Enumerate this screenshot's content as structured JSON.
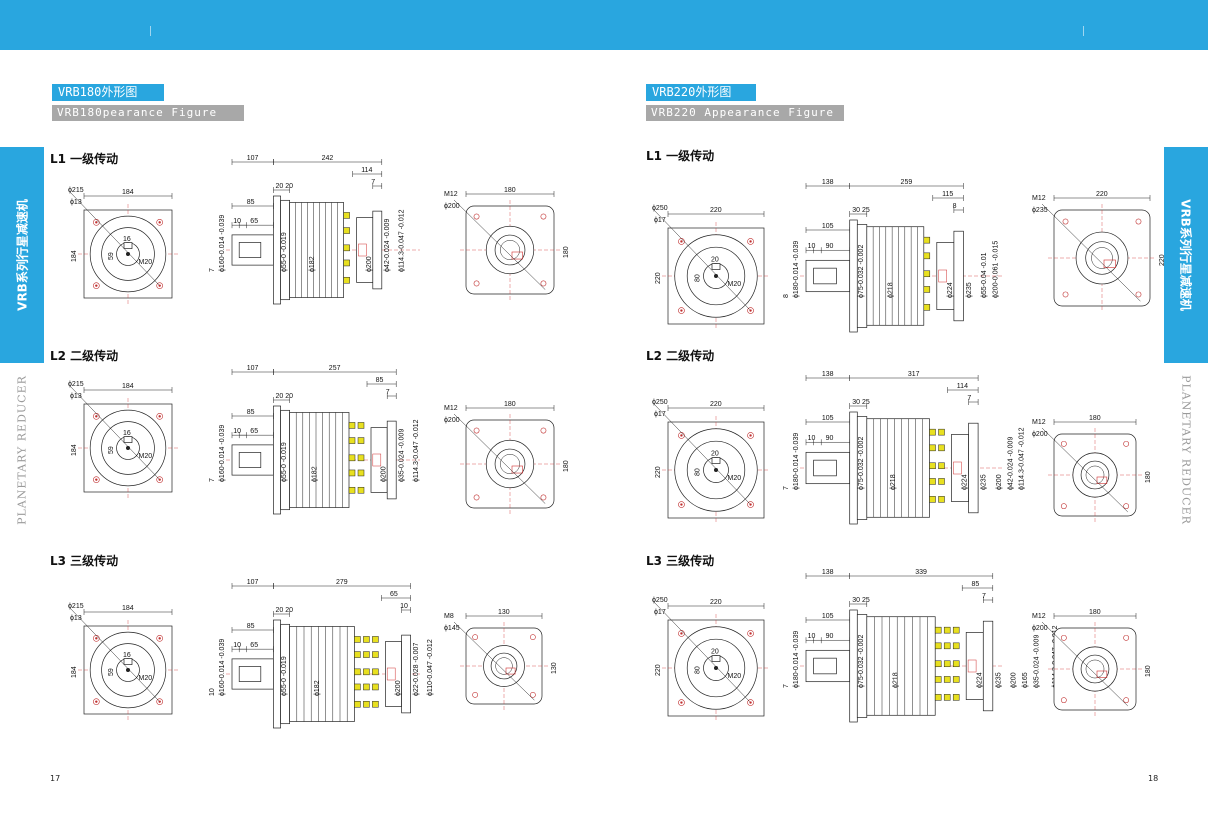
{
  "left": {
    "title_cn": "VRB180外形图",
    "title_en": "VRB180pearance Figure",
    "stages": [
      "L1 一级传动",
      "L2 二级传动",
      "L3 三级传动"
    ],
    "page_number": "17",
    "side_cn": "VRB系列行星减速机",
    "side_en": "PLANETARY REDUCER",
    "views": [
      {
        "flange": {
          "phi_outer": "ϕ215",
          "phi_hole": "ϕ13",
          "w": "184",
          "h": "184",
          "key": "16",
          "shaft": "59",
          "thread": "M20"
        },
        "side": {
          "a": "107",
          "b": "242",
          "c": "114",
          "d": "7",
          "e": "20",
          "f": "20",
          "g": "85",
          "h": "10",
          "i": "65",
          "d1": "ϕ160-0.014 -0.039",
          "d2": "ϕ55-0 -0.019",
          "d3": "ϕ182",
          "d4": "ϕ200",
          "d5": "ϕ42-0.024 -0.009",
          "d6": "ϕ114.3-0.047 -0.012"
        },
        "back": {
          "thread": "M12",
          "phi": "ϕ200",
          "w": "180",
          "h": "180"
        }
      },
      {
        "flange": {
          "phi_outer": "ϕ215",
          "phi_hole": "ϕ13",
          "w": "184",
          "h": "184",
          "key": "16",
          "shaft": "59",
          "thread": "M20"
        },
        "side": {
          "a": "107",
          "b": "257",
          "c": "85",
          "d": "7",
          "e": "20",
          "f": "20",
          "g": "85",
          "h": "10",
          "i": "65",
          "d1": "ϕ160-0.014 -0.039",
          "d2": "ϕ55-0 -0.019",
          "d3": "ϕ182",
          "d4": "ϕ200",
          "d5": "ϕ35-0.024 -0.009",
          "d6": "ϕ114.3-0.047 -0.012"
        },
        "back": {
          "thread": "M12",
          "phi": "ϕ200",
          "w": "180",
          "h": "180"
        }
      },
      {
        "flange": {
          "phi_outer": "ϕ215",
          "phi_hole": "ϕ13",
          "w": "184",
          "h": "184",
          "key": "16",
          "shaft": "59",
          "thread": "M20"
        },
        "side": {
          "a": "107",
          "b": "279",
          "c": "65",
          "d": "10",
          "e": "20",
          "f": "20",
          "g": "85",
          "h": "10",
          "i": "65",
          "d1": "ϕ160-0.014 -0.039",
          "d2": "ϕ55-0 -0.019",
          "d3": "ϕ182",
          "d4": "ϕ200",
          "d5": "ϕ22-0.028 -0.007",
          "d6": "ϕ110-0.047 -0.012"
        },
        "back": {
          "thread": "M8",
          "phi": "ϕ145",
          "w": "130",
          "h": "130"
        }
      }
    ]
  },
  "right": {
    "title_cn": "VRB220外形图",
    "title_en": "VRB220 Appearance Figure",
    "stages": [
      "L1 一级传动",
      "L2 二级传动",
      "L3 三级传动"
    ],
    "page_number": "18",
    "side_cn": "VRB系列行星减速机",
    "side_en": "PLANETARY REDUCER",
    "views": [
      {
        "flange": {
          "w": "220",
          "h": "220",
          "phi_hole": "ϕ17",
          "phi_outer": "ϕ250",
          "key": "20",
          "shaft": "80",
          "thread": "M20"
        },
        "side": {
          "a": "138",
          "b": "259",
          "c": "115",
          "d": "8",
          "e": "30",
          "f": "25",
          "g": "105",
          "h": "10",
          "i": "90",
          "d1": "ϕ180-0.014 -0.039",
          "d2": "ϕ75-0.032 -0.002",
          "d3": "ϕ218",
          "d4": "ϕ224",
          "d5": "ϕ235",
          "d6": "ϕ55-0.04 -0.01",
          "d7": "ϕ200-0.061 -0.015"
        },
        "back": {
          "thread": "M12",
          "phi": "ϕ235",
          "w": "220",
          "h": "220"
        }
      },
      {
        "flange": {
          "w": "220",
          "h": "220",
          "phi_hole": "ϕ17",
          "phi_outer": "ϕ250",
          "key": "20",
          "shaft": "80",
          "thread": "M20"
        },
        "side": {
          "a": "138",
          "b": "317",
          "c": "114",
          "d": "7",
          "e": "30",
          "f": "25",
          "g": "105",
          "h": "10",
          "i": "90",
          "d1": "ϕ180-0.014 -0.039",
          "d2": "ϕ75-0.032 -0.002",
          "d3": "ϕ218",
          "d4": "ϕ224",
          "d5": "ϕ235",
          "d6": "ϕ200",
          "d7": "ϕ42-0.024 -0.009",
          "d8": "ϕ114.3-0.047 -0.012"
        },
        "back": {
          "thread": "M12",
          "phi": "ϕ200",
          "w": "180",
          "h": "180"
        }
      },
      {
        "flange": {
          "w": "220",
          "h": "220",
          "phi_hole": "ϕ17",
          "phi_outer": "ϕ250",
          "key": "20",
          "shaft": "80",
          "thread": "M20"
        },
        "side": {
          "a": "138",
          "b": "339",
          "c": "85",
          "d": "7",
          "e": "30",
          "f": "25",
          "g": "105",
          "h": "10",
          "i": "90",
          "d1": "ϕ180-0.014 -0.039",
          "d2": "ϕ75-0.032 -0.002",
          "d3": "ϕ218",
          "d4": "ϕ224",
          "d5": "ϕ235",
          "d6": "ϕ200",
          "d7": "ϕ165",
          "d8": "ϕ35-0.024 -0.009",
          "d9": "ϕ114.3-0.047 -0.012"
        },
        "back": {
          "thread": "M12",
          "phi": "ϕ200",
          "w": "180",
          "h": "180"
        }
      }
    ]
  },
  "colors": {
    "accent": "#29a6df",
    "grey_label": "#a8a8a8",
    "bolt_yellow": "#e8e020",
    "center_line": "#d03030"
  }
}
